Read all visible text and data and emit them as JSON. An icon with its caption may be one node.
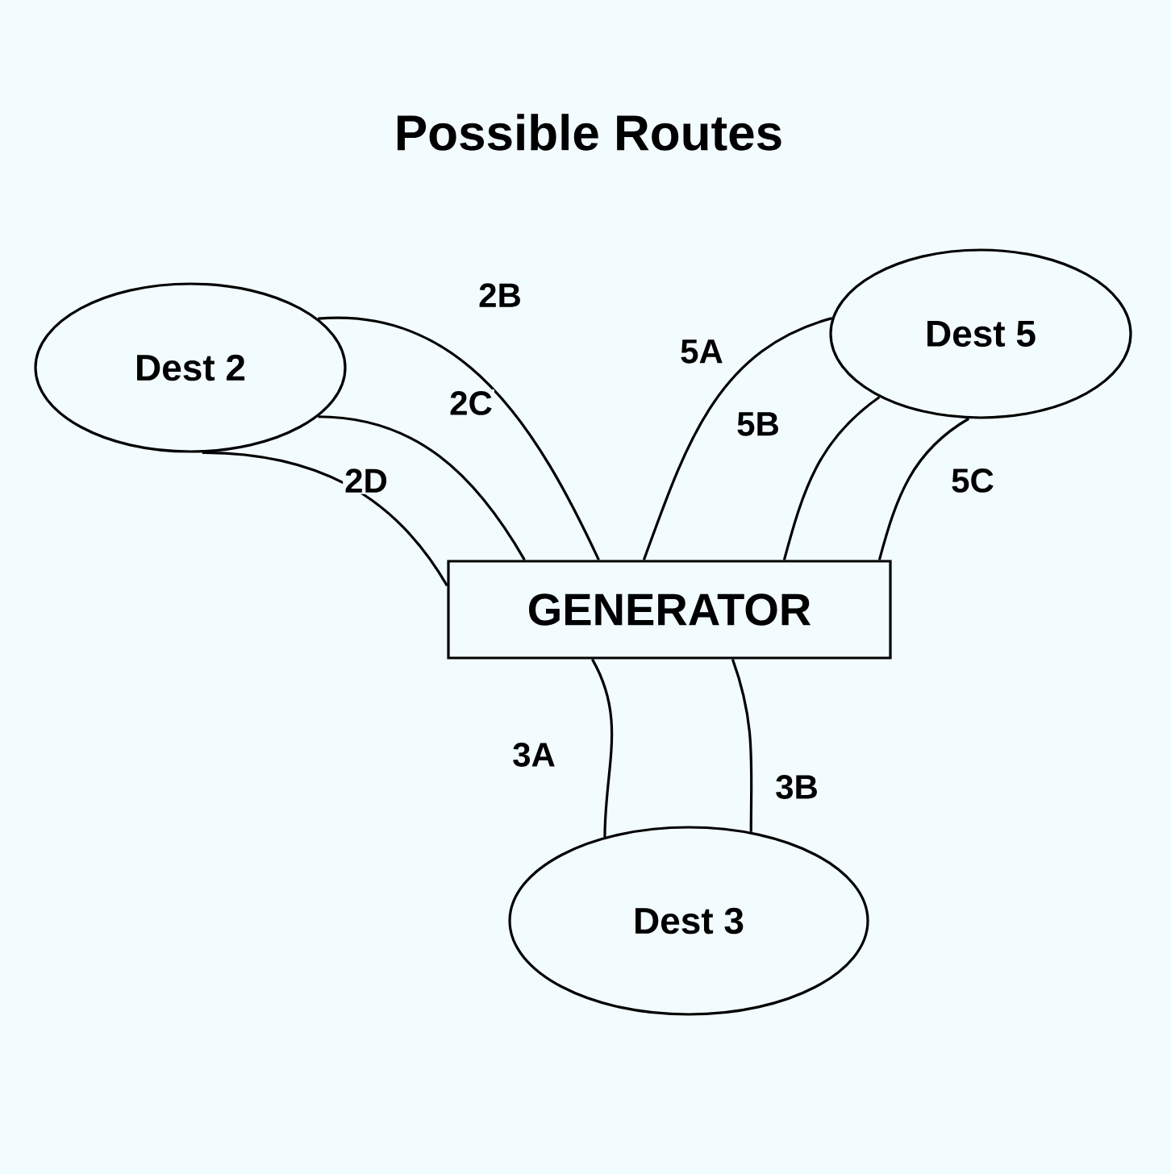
{
  "diagram": {
    "title": "Possible Routes",
    "nodes": [
      {
        "text": [
          "Dest 2"
        ]
      },
      {
        "text": [
          "Dest 5"
        ]
      },
      {
        "text": [
          "GENERATOR"
        ]
      },
      {
        "text": [
          "Dest 3"
        ]
      }
    ],
    "edges": [
      {
        "from": 0,
        "to": 2,
        "arrow": "none",
        "label": "2B"
      },
      {
        "from": 0,
        "to": 2,
        "arrow": "none",
        "label": "2C"
      },
      {
        "from": 0,
        "to": 2,
        "arrow": "none",
        "label": "2D"
      },
      {
        "from": 1,
        "to": 2,
        "arrow": "none",
        "label": "5A"
      },
      {
        "from": 1,
        "to": 2,
        "arrow": "none",
        "label": "5B"
      },
      {
        "from": 1,
        "to": 2,
        "arrow": "none",
        "label": "5C"
      },
      {
        "from": 2,
        "to": 3,
        "arrow": "none",
        "label": "3A"
      },
      {
        "from": 2,
        "to": 3,
        "arrow": "none",
        "label": "3B"
      }
    ]
  }
}
